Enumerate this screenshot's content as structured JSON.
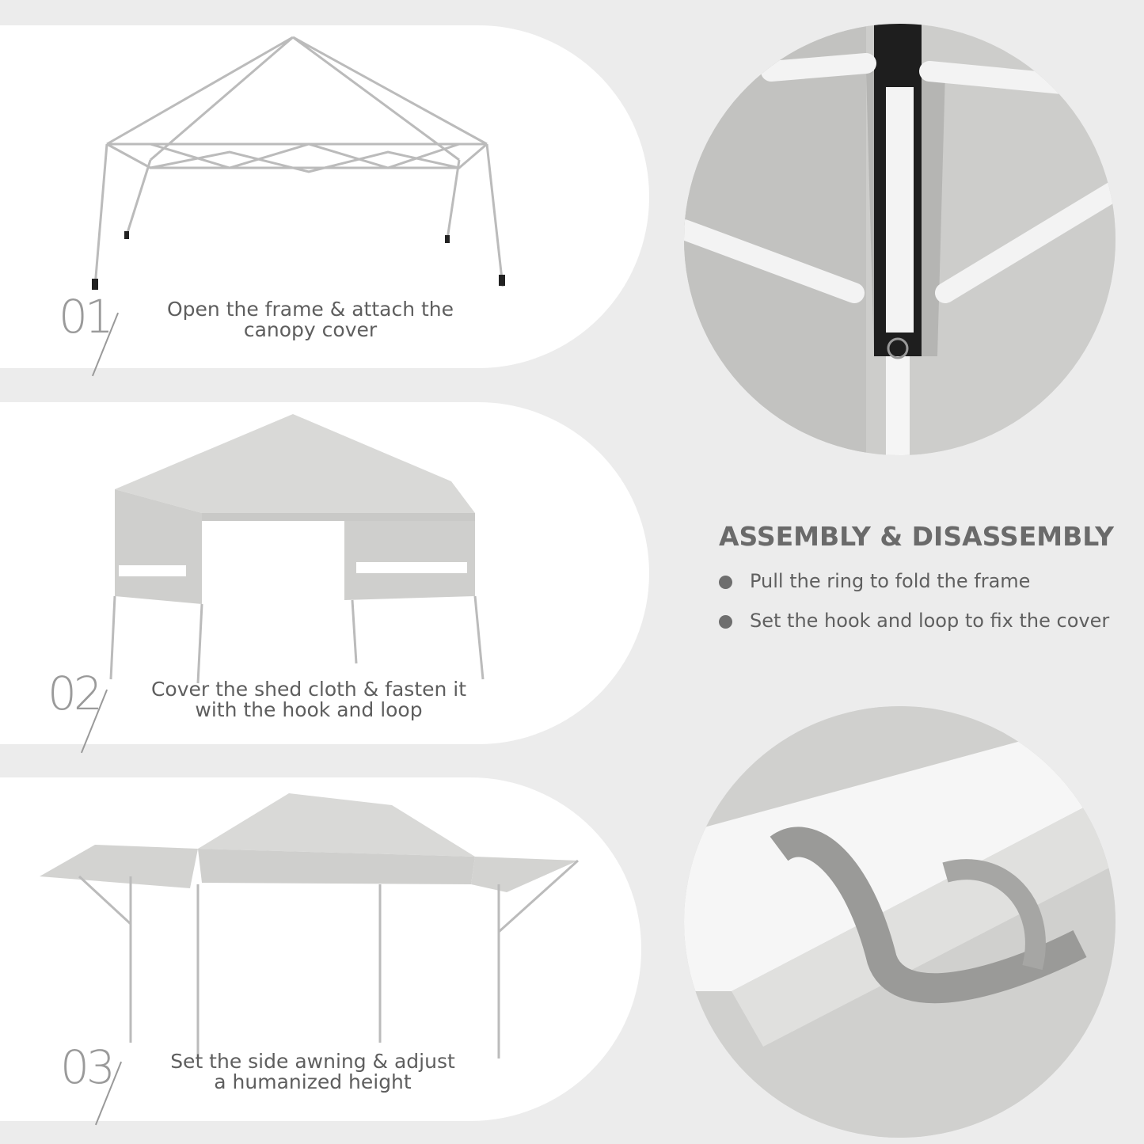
{
  "steps": [
    {
      "number": "01",
      "text_line1": "Open the frame & attach the",
      "text_line2": "canopy cover"
    },
    {
      "number": "02",
      "text_line1": "Cover the shed cloth & fasten it",
      "text_line2": "with the hook and loop"
    },
    {
      "number": "03",
      "text_line1": "Set the side awning & adjust",
      "text_line2": "a humanized height"
    }
  ],
  "feature": {
    "title": "ASSEMBLY & DISASSEMBLY",
    "bullets": [
      "Pull the ring to fold the frame",
      "Set the hook and loop to fix the cover"
    ]
  },
  "colors": {
    "background": "#ececec",
    "panel": "#ffffff",
    "text": "#5e5e5e",
    "canopy": "#d9d9d7"
  }
}
